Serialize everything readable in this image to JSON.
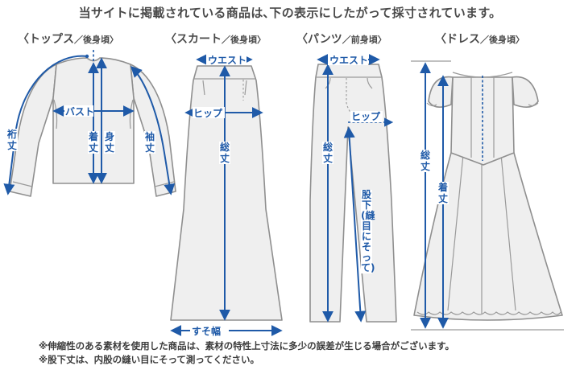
{
  "heading": "当サイトに掲載されている商品は､下の表示にしたがって採寸されています。",
  "garments": [
    {
      "id": "tops",
      "name": "〈トップス",
      "view": "／後身頃〉"
    },
    {
      "id": "skirt",
      "name": "〈スカート",
      "view": "／後身頃〉"
    },
    {
      "id": "pants",
      "name": "〈パンツ",
      "view": "／前身頃〉"
    },
    {
      "id": "dress",
      "name": "〈ドレス",
      "view": "／後身頃〉"
    }
  ],
  "labels": {
    "yuki": "裄丈",
    "bust": "バスト",
    "kitake": "着丈",
    "mitake": "身丈",
    "sodetake": "袖丈",
    "waist": "ウエスト",
    "hip": "ヒップ",
    "soutake": "総丈",
    "susohaba": "すそ幅",
    "matashita": "股下(縫目にそって)"
  },
  "notes": [
    "※伸縮性のある素材を使用した商品は、素材の特性上寸法に多少の誤差が生じる場合がございます。",
    "※股下丈は、内股の縫い目にそって測ってください。"
  ],
  "colors": {
    "measure": "#1f5aa8",
    "garment_fill": "#efefef",
    "garment_stroke": "#8f8f8f",
    "text": "#4a4a4a"
  }
}
